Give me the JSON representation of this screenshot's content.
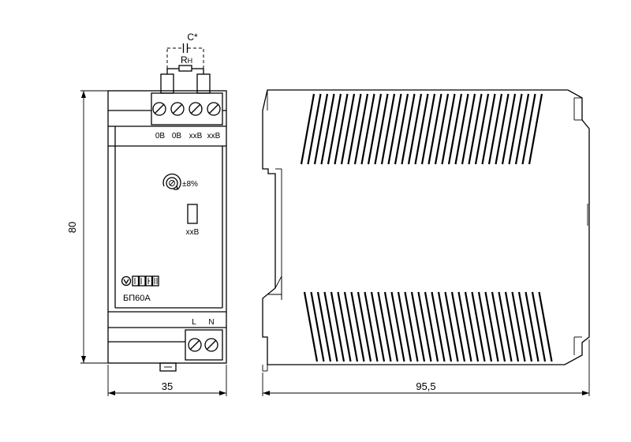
{
  "circuit": {
    "capacitor_label": "C*",
    "load_label_main": "R",
    "load_label_sub": "Н"
  },
  "front_panel": {
    "terminals_top": [
      "0В",
      "0В",
      "xxB",
      "xxB"
    ],
    "adjust_label": "±8%",
    "indicator_label": "xxВ",
    "model": "БП60А",
    "terminals_bottom": [
      "L",
      "N"
    ]
  },
  "dimensions": {
    "height": "80",
    "front_width": "35",
    "side_depth": "95,5"
  }
}
